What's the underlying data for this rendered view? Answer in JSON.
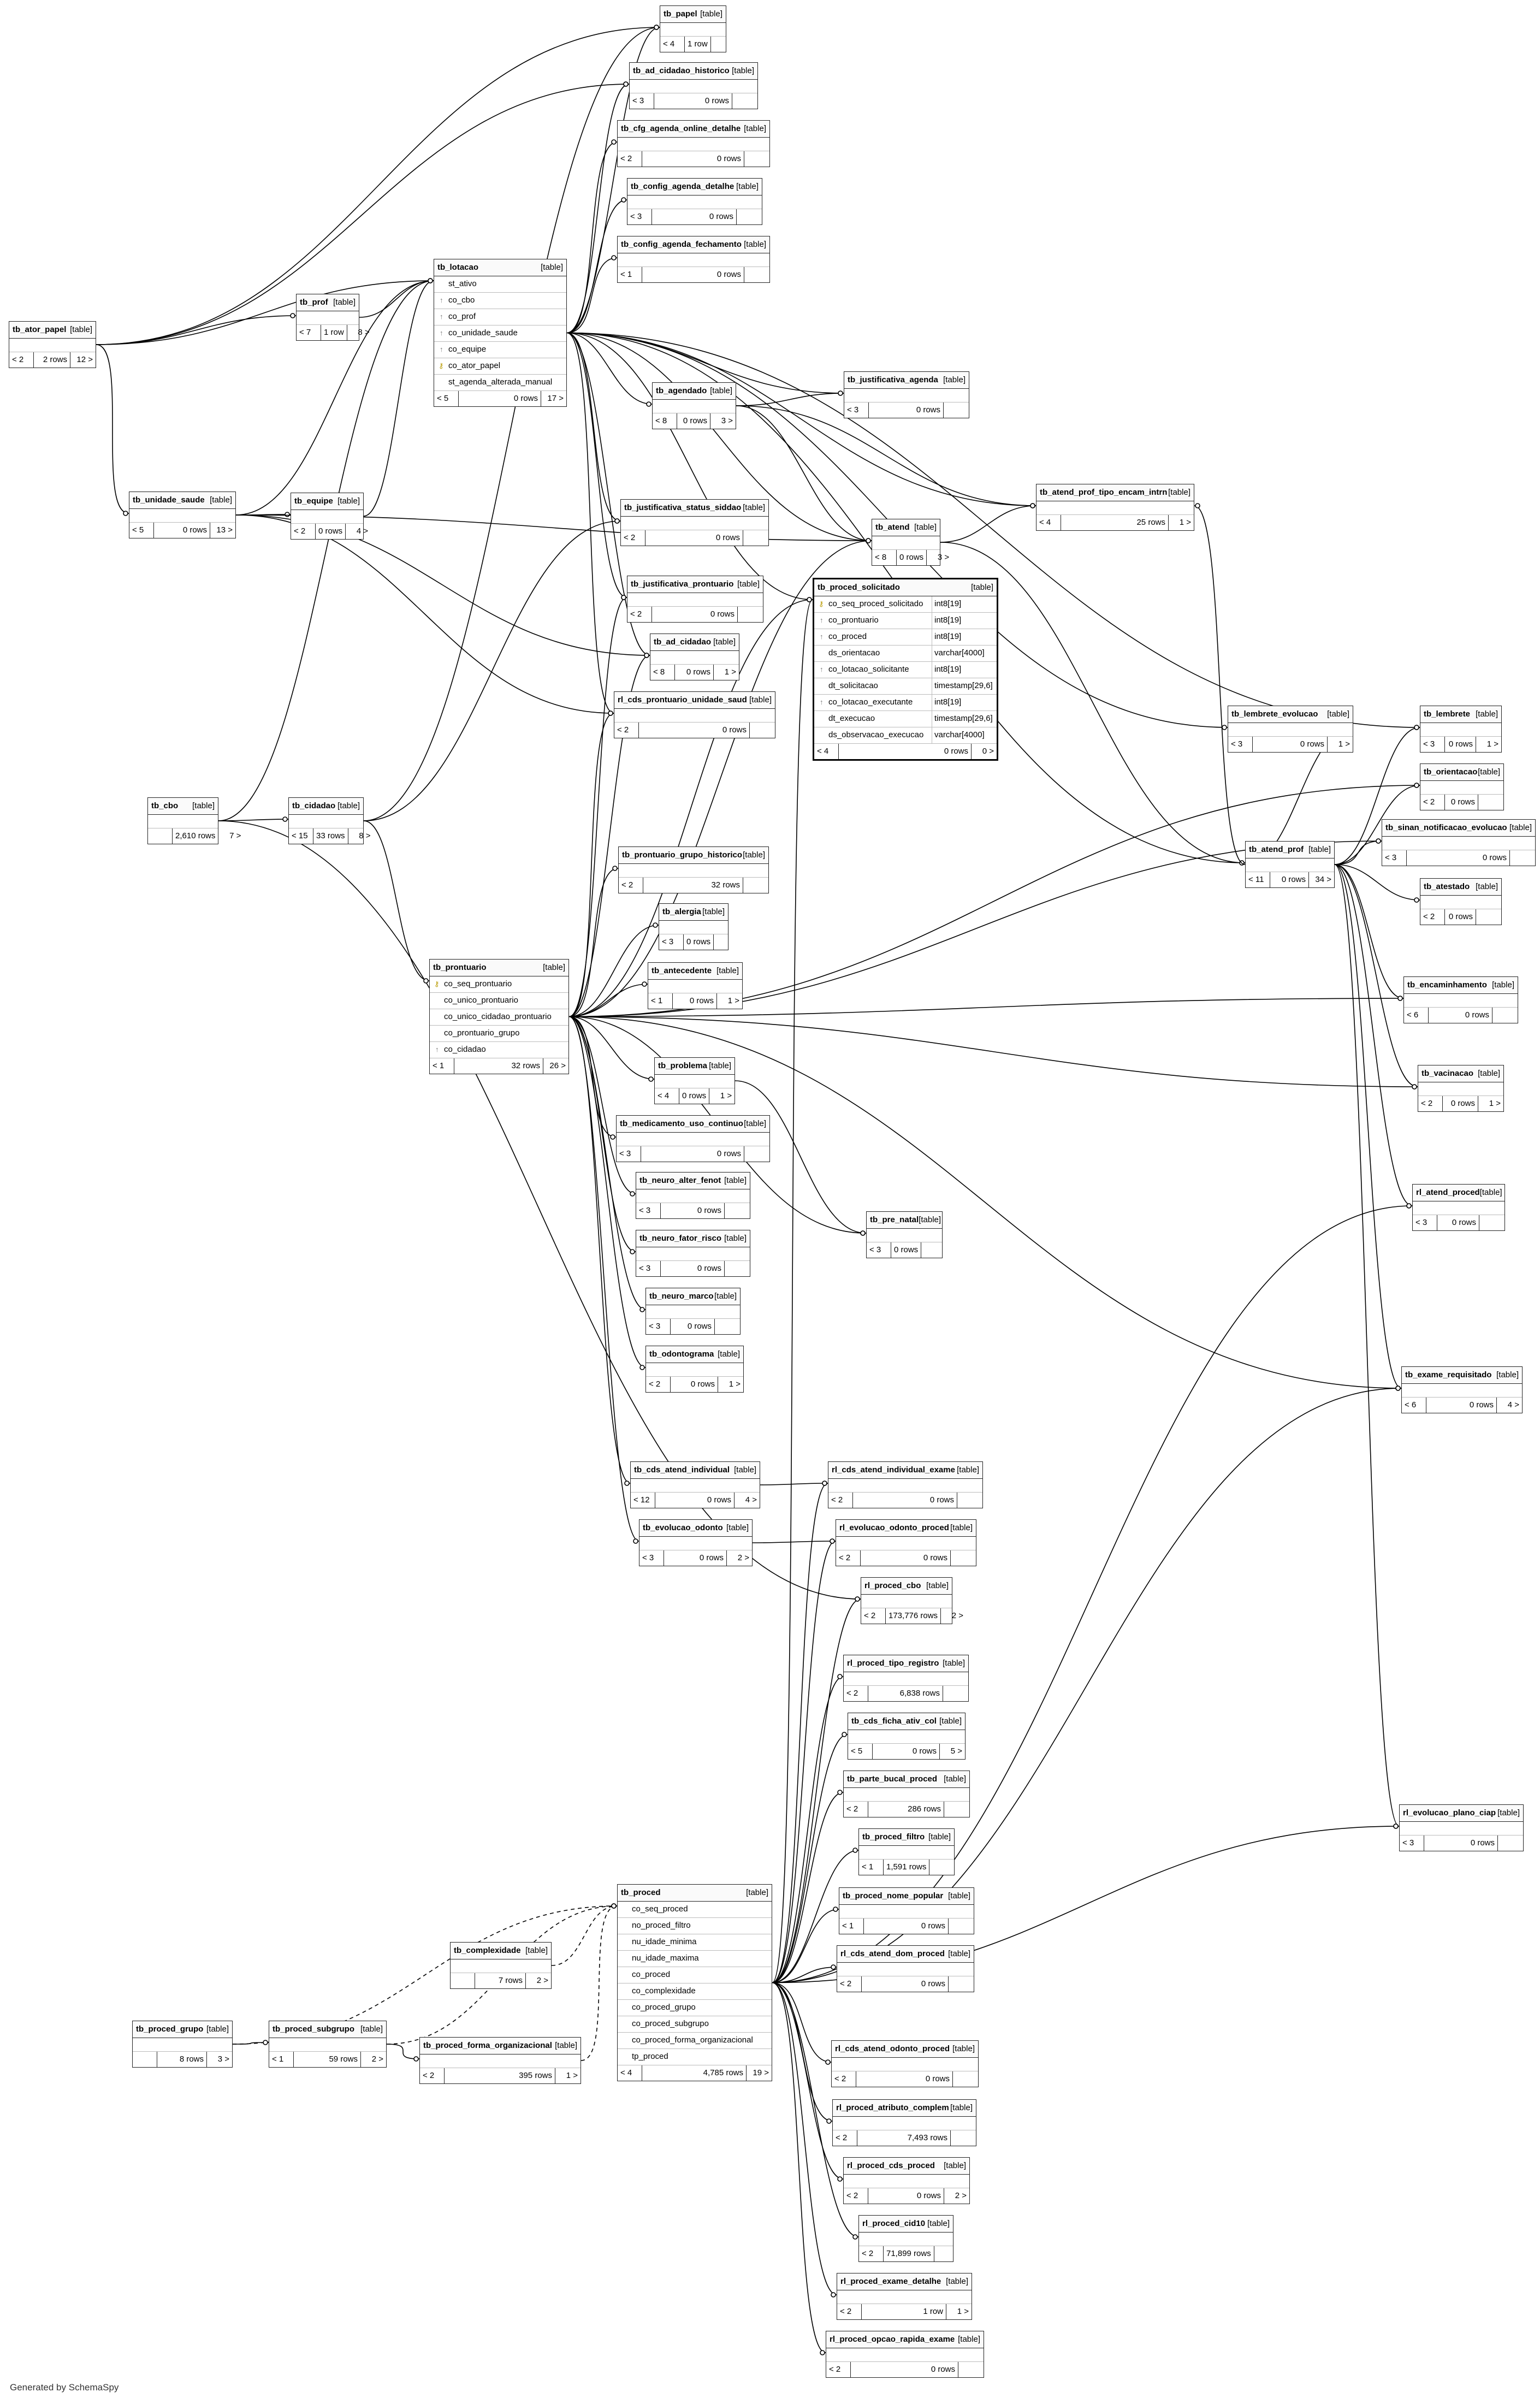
{
  "footer": "Generated by SchemaSpy",
  "kind_label": "[table]",
  "colors": {
    "line": "#000000",
    "border": "#222222",
    "key": "#b89a00"
  },
  "tables": [
    {
      "id": "tb_papel",
      "name": "tb_papel",
      "parents": "< 4",
      "rows": "1 row",
      "children": ""
    },
    {
      "id": "tb_ad_cidadao_historico",
      "name": "tb_ad_cidadao_historico",
      "parents": "< 3",
      "rows": "0 rows",
      "children": ""
    },
    {
      "id": "tb_cfg_agenda_online_detalhe",
      "name": "tb_cfg_agenda_online_detalhe",
      "parents": "< 2",
      "rows": "0 rows",
      "children": ""
    },
    {
      "id": "tb_config_agenda_detalhe",
      "name": "tb_config_agenda_detalhe",
      "parents": "< 3",
      "rows": "0 rows",
      "children": ""
    },
    {
      "id": "tb_config_agenda_fechamento",
      "name": "tb_config_agenda_fechamento",
      "parents": "< 1",
      "rows": "0 rows",
      "children": ""
    },
    {
      "id": "tb_ator_papel",
      "name": "tb_ator_papel",
      "parents": "< 2",
      "rows": "2 rows",
      "children": "12 >"
    },
    {
      "id": "tb_prof",
      "name": "tb_prof",
      "parents": "< 7",
      "rows": "1 row",
      "children": "8 >"
    },
    {
      "id": "tb_lotacao",
      "name": "tb_lotacao",
      "parents": "< 5",
      "rows": "0 rows",
      "children": "17 >",
      "columns": [
        {
          "name": "st_ativo",
          "key": "",
          "type": ""
        },
        {
          "name": "co_cbo",
          "key": "fk",
          "type": ""
        },
        {
          "name": "co_prof",
          "key": "fk",
          "type": ""
        },
        {
          "name": "co_unidade_saude",
          "key": "fk",
          "type": ""
        },
        {
          "name": "co_equipe",
          "key": "fk",
          "type": ""
        },
        {
          "name": "co_ator_papel",
          "key": "pk",
          "type": ""
        },
        {
          "name": "st_agenda_alterada_manual",
          "key": "",
          "type": ""
        }
      ]
    },
    {
      "id": "tb_agendado",
      "name": "tb_agendado",
      "parents": "< 8",
      "rows": "0 rows",
      "children": "3 >"
    },
    {
      "id": "tb_justificativa_agenda",
      "name": "tb_justificativa_agenda",
      "parents": "< 3",
      "rows": "0 rows",
      "children": ""
    },
    {
      "id": "tb_atend_prof_tipo_encam_intrn",
      "name": "tb_atend_prof_tipo_encam_intrn",
      "parents": "< 4",
      "rows": "25 rows",
      "children": "1 >"
    },
    {
      "id": "tb_unidade_saude",
      "name": "tb_unidade_saude",
      "parents": "< 5",
      "rows": "0 rows",
      "children": "13 >"
    },
    {
      "id": "tb_equipe",
      "name": "tb_equipe",
      "parents": "< 2",
      "rows": "0 rows",
      "children": "4 >"
    },
    {
      "id": "tb_justificativa_status_siddao",
      "name": "tb_justificativa_status_siddao",
      "parents": "< 2",
      "rows": "0 rows",
      "children": ""
    },
    {
      "id": "tb_atend",
      "name": "tb_atend",
      "parents": "< 8",
      "rows": "0 rows",
      "children": "3 >"
    },
    {
      "id": "tb_justificativa_prontuario",
      "name": "tb_justificativa_prontuario",
      "parents": "< 2",
      "rows": "0 rows",
      "children": ""
    },
    {
      "id": "tb_proced_solicitado",
      "name": "tb_proced_solicitado",
      "parents": "< 4",
      "rows": "0 rows",
      "children": "0 >",
      "focus": true,
      "columns": [
        {
          "name": "co_seq_proced_solicitado",
          "key": "pk",
          "type": "int8[19]"
        },
        {
          "name": "co_prontuario",
          "key": "fk",
          "type": "int8[19]"
        },
        {
          "name": "co_proced",
          "key": "fk",
          "type": "int8[19]"
        },
        {
          "name": "ds_orientacao",
          "key": "",
          "type": "varchar[4000]"
        },
        {
          "name": "co_lotacao_solicitante",
          "key": "fk",
          "type": "int8[19]"
        },
        {
          "name": "dt_solicitacao",
          "key": "",
          "type": "timestamp[29,6]"
        },
        {
          "name": "co_lotacao_executante",
          "key": "fk",
          "type": "int8[19]"
        },
        {
          "name": "dt_execucao",
          "key": "",
          "type": "timestamp[29,6]"
        },
        {
          "name": "ds_observacao_execucao",
          "key": "",
          "type": "varchar[4000]"
        }
      ]
    },
    {
      "id": "tb_ad_cidadao",
      "name": "tb_ad_cidadao",
      "parents": "< 8",
      "rows": "0 rows",
      "children": "1 >"
    },
    {
      "id": "rl_cds_prontuario_unidade_saud",
      "name": "rl_cds_prontuario_unidade_saud",
      "parents": "< 2",
      "rows": "0 rows",
      "children": ""
    },
    {
      "id": "tb_lembrete_evolucao",
      "name": "tb_lembrete_evolucao",
      "parents": "< 3",
      "rows": "0 rows",
      "children": "1 >"
    },
    {
      "id": "tb_lembrete",
      "name": "tb_lembrete",
      "parents": "< 3",
      "rows": "0 rows",
      "children": "1 >"
    },
    {
      "id": "tb_orientacao",
      "name": "tb_orientacao",
      "parents": "< 2",
      "rows": "0 rows",
      "children": ""
    },
    {
      "id": "tb_cbo",
      "name": "tb_cbo",
      "parents": "",
      "rows": "2,610 rows",
      "children": "7 >"
    },
    {
      "id": "tb_cidadao",
      "name": "tb_cidadao",
      "parents": "< 15",
      "rows": "33 rows",
      "children": "8 >"
    },
    {
      "id": "tb_atend_prof",
      "name": "tb_atend_prof",
      "parents": "< 11",
      "rows": "0 rows",
      "children": "34 >"
    },
    {
      "id": "tb_sinan_notificacao_evolucao",
      "name": "tb_sinan_notificacao_evolucao",
      "parents": "< 3",
      "rows": "0 rows",
      "children": ""
    },
    {
      "id": "tb_prontuario_grupo_historico",
      "name": "tb_prontuario_grupo_historico",
      "parents": "< 2",
      "rows": "32 rows",
      "children": ""
    },
    {
      "id": "tb_atestado",
      "name": "tb_atestado",
      "parents": "< 2",
      "rows": "0 rows",
      "children": ""
    },
    {
      "id": "tb_alergia",
      "name": "tb_alergia",
      "parents": "< 3",
      "rows": "0 rows",
      "children": ""
    },
    {
      "id": "tb_prontuario",
      "name": "tb_prontuario",
      "parents": "< 1",
      "rows": "32 rows",
      "children": "26 >",
      "columns": [
        {
          "name": "co_seq_prontuario",
          "key": "pk",
          "type": ""
        },
        {
          "name": "co_unico_prontuario",
          "key": "",
          "type": ""
        },
        {
          "name": "co_unico_cidadao_prontuario",
          "key": "",
          "type": ""
        },
        {
          "name": "co_prontuario_grupo",
          "key": "",
          "type": ""
        },
        {
          "name": "co_cidadao",
          "key": "fk",
          "type": ""
        }
      ]
    },
    {
      "id": "tb_antecedente",
      "name": "tb_antecedente",
      "parents": "< 1",
      "rows": "0 rows",
      "children": "1 >"
    },
    {
      "id": "tb_encaminhamento",
      "name": "tb_encaminhamento",
      "parents": "< 6",
      "rows": "0 rows",
      "children": ""
    },
    {
      "id": "tb_problema",
      "name": "tb_problema",
      "parents": "< 4",
      "rows": "0 rows",
      "children": "1 >"
    },
    {
      "id": "tb_vacinacao",
      "name": "tb_vacinacao",
      "parents": "< 2",
      "rows": "0 rows",
      "children": "1 >"
    },
    {
      "id": "tb_medicamento_uso_continuo",
      "name": "tb_medicamento_uso_continuo",
      "parents": "< 3",
      "rows": "0 rows",
      "children": ""
    },
    {
      "id": "tb_neuro_alter_fenot",
      "name": "tb_neuro_alter_fenot",
      "parents": "< 3",
      "rows": "0 rows",
      "children": ""
    },
    {
      "id": "rl_atend_proced",
      "name": "rl_atend_proced",
      "parents": "< 3",
      "rows": "0 rows",
      "children": ""
    },
    {
      "id": "tb_pre_natal",
      "name": "tb_pre_natal",
      "parents": "< 3",
      "rows": "0 rows",
      "children": ""
    },
    {
      "id": "tb_neuro_fator_risco",
      "name": "tb_neuro_fator_risco",
      "parents": "< 3",
      "rows": "0 rows",
      "children": ""
    },
    {
      "id": "tb_neuro_marco",
      "name": "tb_neuro_marco",
      "parents": "< 3",
      "rows": "0 rows",
      "children": ""
    },
    {
      "id": "tb_odontograma",
      "name": "tb_odontograma",
      "parents": "< 2",
      "rows": "0 rows",
      "children": "1 >"
    },
    {
      "id": "tb_exame_requisitado",
      "name": "tb_exame_requisitado",
      "parents": "< 6",
      "rows": "0 rows",
      "children": "4 >"
    },
    {
      "id": "tb_cds_atend_individual",
      "name": "tb_cds_atend_individual",
      "parents": "< 12",
      "rows": "0 rows",
      "children": "4 >"
    },
    {
      "id": "rl_cds_atend_individual_exame",
      "name": "rl_cds_atend_individual_exame",
      "parents": "< 2",
      "rows": "0 rows",
      "children": ""
    },
    {
      "id": "tb_evolucao_odonto",
      "name": "tb_evolucao_odonto",
      "parents": "< 3",
      "rows": "0 rows",
      "children": "2 >"
    },
    {
      "id": "rl_evolucao_odonto_proced",
      "name": "rl_evolucao_odonto_proced",
      "parents": "< 2",
      "rows": "0 rows",
      "children": ""
    },
    {
      "id": "rl_proced_cbo",
      "name": "rl_proced_cbo",
      "parents": "< 2",
      "rows": "173,776 rows",
      "children": "2 >"
    },
    {
      "id": "rl_proced_tipo_registro",
      "name": "rl_proced_tipo_registro",
      "parents": "< 2",
      "rows": "6,838 rows",
      "children": ""
    },
    {
      "id": "tb_cds_ficha_ativ_col",
      "name": "tb_cds_ficha_ativ_col",
      "parents": "< 5",
      "rows": "0 rows",
      "children": "5 >"
    },
    {
      "id": "tb_parte_bucal_proced",
      "name": "tb_parte_bucal_proced",
      "parents": "< 2",
      "rows": "286 rows",
      "children": ""
    },
    {
      "id": "tb_proced_filtro",
      "name": "tb_proced_filtro",
      "parents": "< 1",
      "rows": "1,591 rows",
      "children": ""
    },
    {
      "id": "rl_evolucao_plano_ciap",
      "name": "rl_evolucao_plano_ciap",
      "parents": "< 3",
      "rows": "0 rows",
      "children": ""
    },
    {
      "id": "tb_proced",
      "name": "tb_proced",
      "parents": "< 4",
      "rows": "4,785 rows",
      "children": "19 >",
      "columns": [
        {
          "name": "co_seq_proced",
          "key": "",
          "type": ""
        },
        {
          "name": "no_proced_filtro",
          "key": "",
          "type": ""
        },
        {
          "name": "nu_idade_minima",
          "key": "",
          "type": ""
        },
        {
          "name": "nu_idade_maxima",
          "key": "",
          "type": ""
        },
        {
          "name": "co_proced",
          "key": "",
          "type": ""
        },
        {
          "name": "co_complexidade",
          "key": "",
          "type": ""
        },
        {
          "name": "co_proced_grupo",
          "key": "",
          "type": ""
        },
        {
          "name": "co_proced_subgrupo",
          "key": "",
          "type": ""
        },
        {
          "name": "co_proced_forma_organizacional",
          "key": "",
          "type": ""
        },
        {
          "name": "tp_proced",
          "key": "",
          "type": ""
        }
      ]
    },
    {
      "id": "tb_proced_nome_popular",
      "name": "tb_proced_nome_popular",
      "parents": "< 1",
      "rows": "0 rows",
      "children": ""
    },
    {
      "id": "tb_complexidade",
      "name": "tb_complexidade",
      "parents": "",
      "rows": "7 rows",
      "children": "2 >"
    },
    {
      "id": "rl_cds_atend_dom_proced",
      "name": "rl_cds_atend_dom_proced",
      "parents": "< 2",
      "rows": "0 rows",
      "children": ""
    },
    {
      "id": "tb_proced_grupo",
      "name": "tb_proced_grupo",
      "parents": "",
      "rows": "8 rows",
      "children": "3 >"
    },
    {
      "id": "tb_proced_subgrupo",
      "name": "tb_proced_subgrupo",
      "parents": "< 1",
      "rows": "59 rows",
      "children": "2 >"
    },
    {
      "id": "tb_proced_forma_organizacional",
      "name": "tb_proced_forma_organizacional",
      "parents": "< 2",
      "rows": "395 rows",
      "children": "1 >"
    },
    {
      "id": "rl_cds_atend_odonto_proced",
      "name": "rl_cds_atend_odonto_proced",
      "parents": "< 2",
      "rows": "0 rows",
      "children": ""
    },
    {
      "id": "rl_proced_atributo_complem",
      "name": "rl_proced_atributo_complem",
      "parents": "< 2",
      "rows": "7,493 rows",
      "children": ""
    },
    {
      "id": "rl_proced_cds_proced",
      "name": "rl_proced_cds_proced",
      "parents": "< 2",
      "rows": "0 rows",
      "children": "2 >"
    },
    {
      "id": "rl_proced_cid10",
      "name": "rl_proced_cid10",
      "parents": "< 2",
      "rows": "71,899 rows",
      "children": ""
    },
    {
      "id": "rl_proced_exame_detalhe",
      "name": "rl_proced_exame_detalhe",
      "parents": "< 2",
      "rows": "1 row",
      "children": "1 >"
    },
    {
      "id": "rl_proced_opcao_rapida_exame",
      "name": "rl_proced_opcao_rapida_exame",
      "parents": "< 2",
      "rows": "0 rows",
      "children": ""
    }
  ]
}
